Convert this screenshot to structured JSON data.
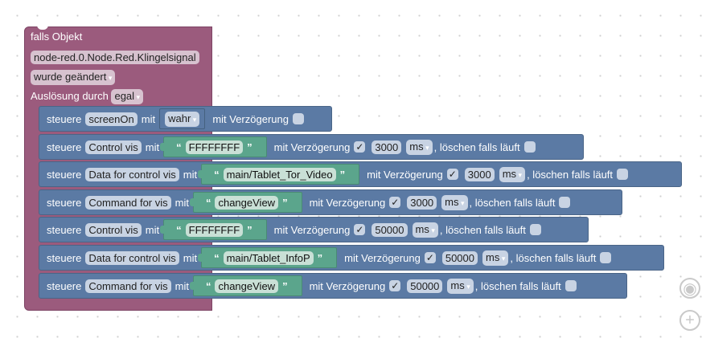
{
  "event_block": {
    "title": "falls Objekt",
    "object_id": "node-red.0.Node.Red.Klingelsignal",
    "condition": "wurde geändert",
    "trigger_label": "Auslösung durch",
    "trigger_value": "egal"
  },
  "rows": [
    {
      "cmd": "steuere",
      "target": "screenOn",
      "with": "mit",
      "value_type": "bool",
      "value": "wahr",
      "delay_label": "mit Verzögerung",
      "delay_checked": false
    },
    {
      "cmd": "steuere",
      "target": "Control vis",
      "with": "mit",
      "value_type": "string",
      "value": "FFFFFFFF",
      "delay_label": "mit Verzögerung",
      "delay_checked": true,
      "delay": "3000",
      "unit": "ms",
      "clear_label": ", löschen falls läuft",
      "clear_checked": false
    },
    {
      "cmd": "steuere",
      "target": "Data for control vis",
      "with": "mit",
      "value_type": "string",
      "value": "main/Tablet_Tor_Video",
      "delay_label": "mit Verzögerung",
      "delay_checked": true,
      "delay": "3000",
      "unit": "ms",
      "clear_label": ", löschen falls läuft",
      "clear_checked": false
    },
    {
      "cmd": "steuere",
      "target": "Command for vis",
      "with": "mit",
      "value_type": "string",
      "value": "changeView",
      "delay_label": "mit Verzögerung",
      "delay_checked": true,
      "delay": "3000",
      "unit": "ms",
      "clear_label": ", löschen falls läuft",
      "clear_checked": false
    },
    {
      "cmd": "steuere",
      "target": "Control vis",
      "with": "mit",
      "value_type": "string",
      "value": "FFFFFFFF",
      "delay_label": "mit Verzögerung",
      "delay_checked": true,
      "delay": "50000",
      "unit": "ms",
      "clear_label": ", löschen falls läuft",
      "clear_checked": false
    },
    {
      "cmd": "steuere",
      "target": "Data for control vis",
      "with": "mit",
      "value_type": "string",
      "value": "main/Tablet_InfoP",
      "delay_label": "mit Verzögerung",
      "delay_checked": true,
      "delay": "50000",
      "unit": "ms",
      "clear_label": ", löschen falls läuft",
      "clear_checked": false
    },
    {
      "cmd": "steuere",
      "target": "Command for vis",
      "with": "mit",
      "value_type": "string",
      "value": "changeView",
      "delay_label": "mit Verzögerung",
      "delay_checked": true,
      "delay": "50000",
      "unit": "ms",
      "clear_label": ", löschen falls läuft",
      "clear_checked": false
    }
  ],
  "symbols": {
    "open_quote": "“",
    "close_quote": "”",
    "check": "✓"
  },
  "workspace_controls": [
    "recenter-icon",
    "zoom-in-icon"
  ]
}
